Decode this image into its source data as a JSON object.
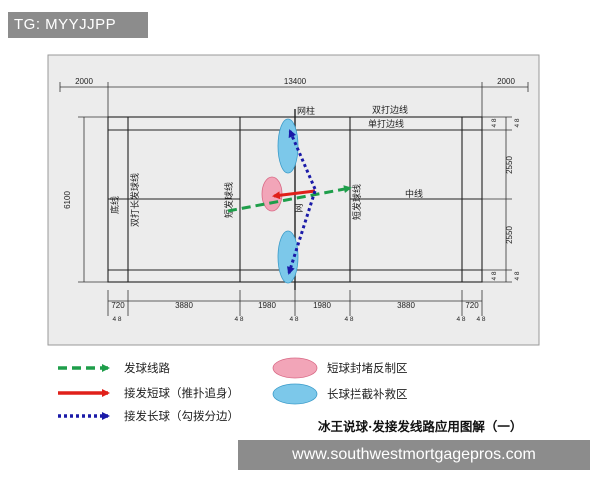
{
  "tag": "TG: MYYJJPP",
  "watermark": "www.southwestmortgagepros.com",
  "dimensions": {
    "top_left": "2000",
    "top_mid": "13400",
    "top_right": "2000",
    "left_height": "6100",
    "right_top": "4 8",
    "right_top2": "4 8",
    "right_upper": "2550",
    "right_lower": "2550",
    "right_bot": "4 8",
    "right_bot2": "4 8",
    "bottom_segments": [
      "720",
      "3880",
      "1980",
      "1980",
      "3880",
      "720"
    ],
    "bottom_ticks": [
      "4 8",
      "4 8",
      "4 8",
      "4 8",
      "4 8",
      "4 8"
    ]
  },
  "court_labels": {
    "net_post": "网柱",
    "doubles_side": "双打边线",
    "singles_side": "单打边线",
    "baseline": "底线",
    "doubles_long_service": "双打长发球线",
    "short_service_left": "短发球线",
    "short_service_right": "短发球线",
    "net": "网",
    "center_line": "中线"
  },
  "legend": [
    {
      "label": "发球线路",
      "color": "#1e9e4a",
      "style": "dashed"
    },
    {
      "label": "接发短球（推扑追身）",
      "color": "#e0201a",
      "style": "solid"
    },
    {
      "label": "接发长球（勾拨分边）",
      "color": "#1a1aa8",
      "style": "dotted"
    }
  ],
  "zones": [
    {
      "label": "短球封堵反制区",
      "color": "#f2a5b8"
    },
    {
      "label": "长球拦截补救区",
      "color": "#7cc8ea"
    }
  ],
  "caption": "冰王说球·发接发线路应用图解（一）"
}
